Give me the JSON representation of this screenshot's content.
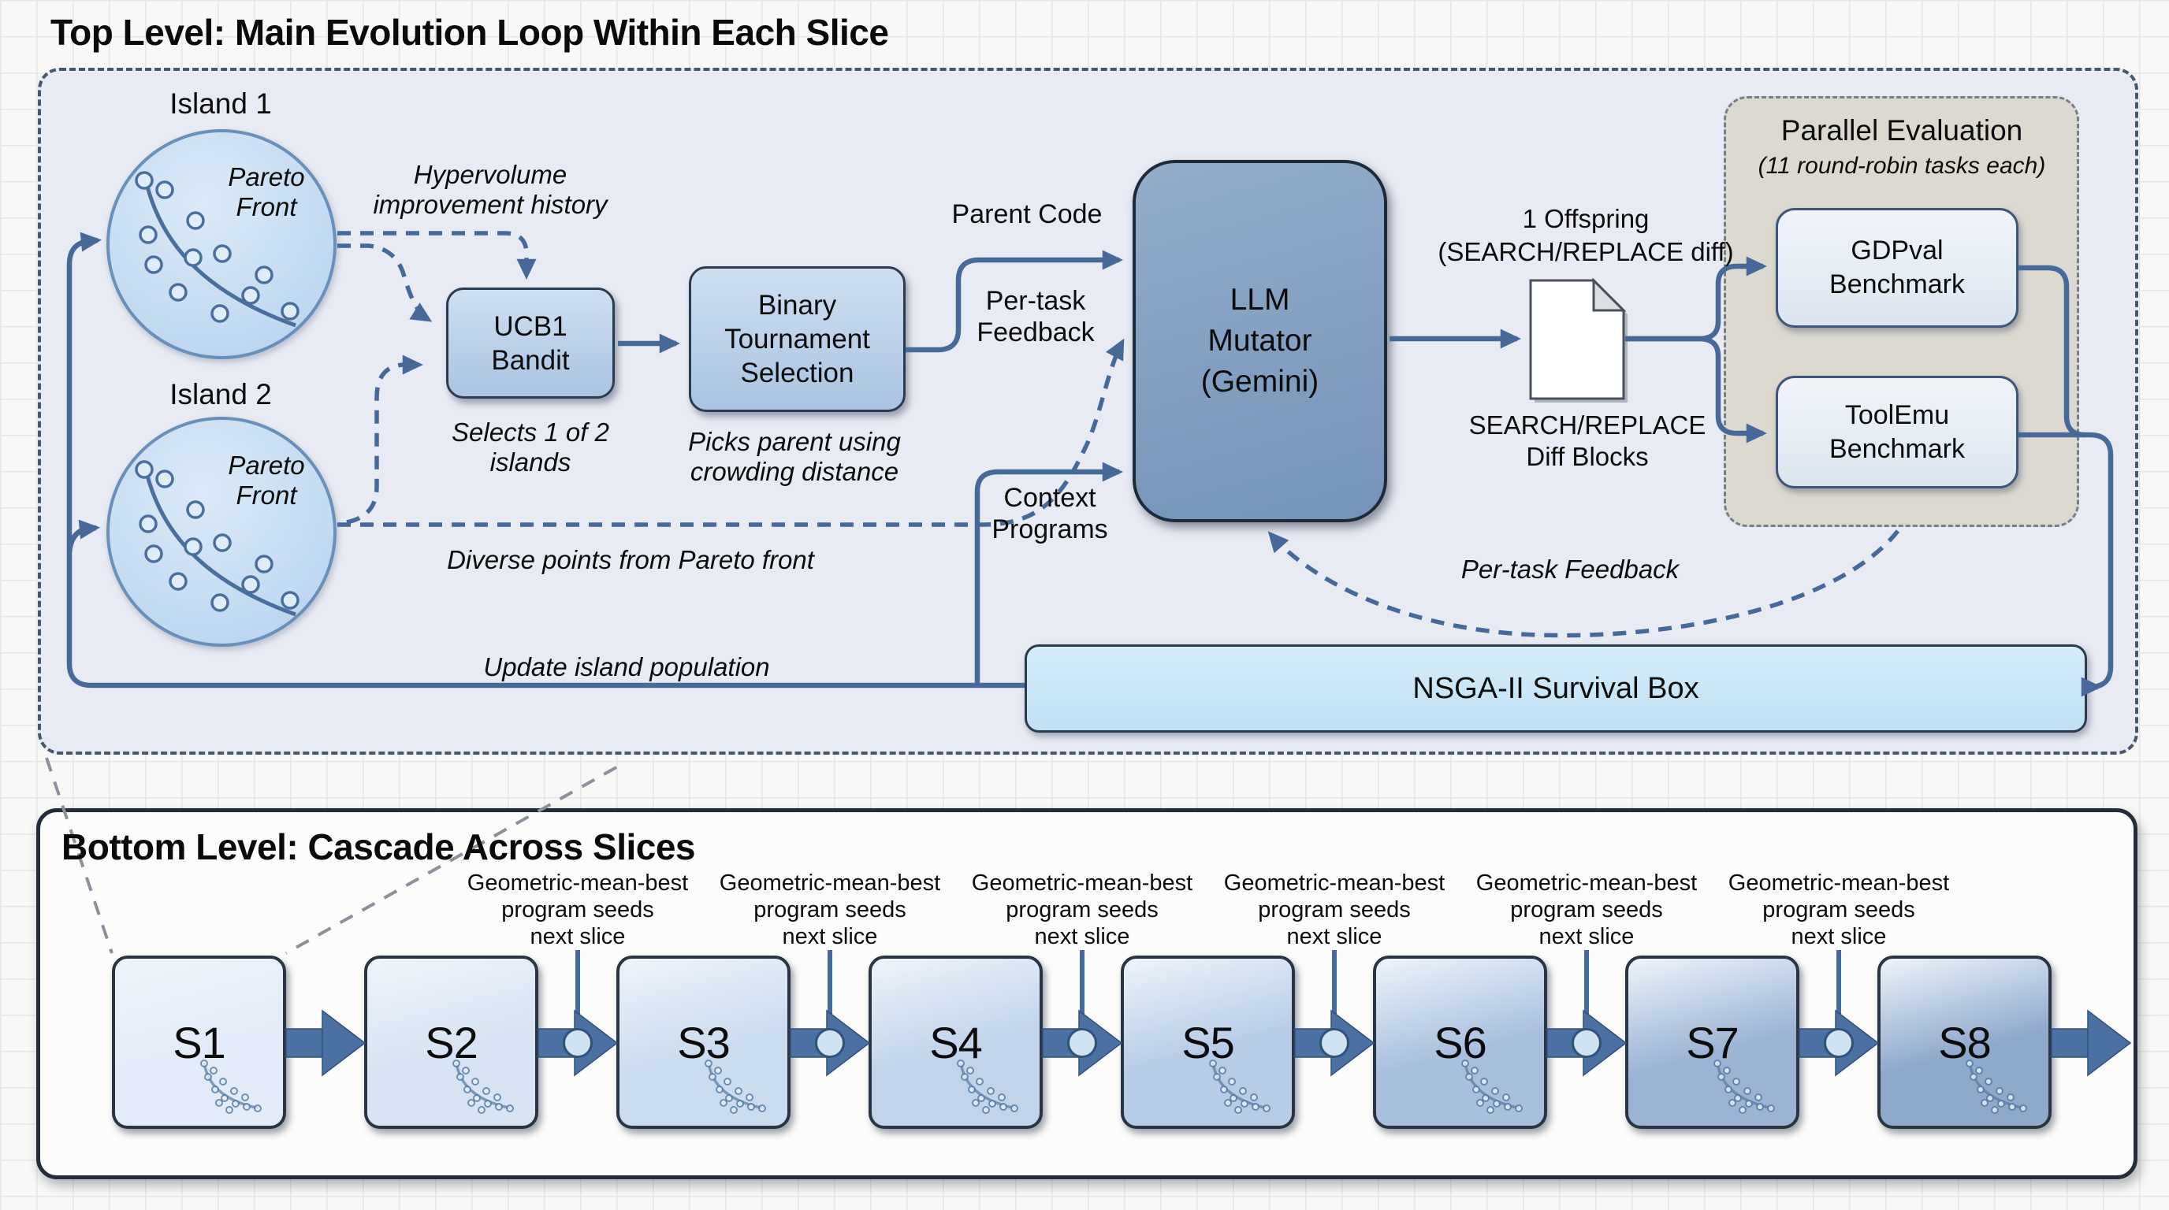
{
  "top_level": {
    "title": "Top Level: Main Evolution Loop Within Each Slice",
    "islands": [
      {
        "label": "Island 1",
        "front": [
          "Pareto",
          "Front"
        ]
      },
      {
        "label": "Island 2",
        "front": [
          "Pareto",
          "Front"
        ]
      }
    ],
    "bandit": {
      "lines": [
        "UCB1",
        "Bandit"
      ],
      "caption": "Selects 1 of 2 islands"
    },
    "tournament": {
      "lines": [
        "Binary",
        "Tournament",
        "Selection"
      ],
      "caption": "Picks parent using crowding distance"
    },
    "mutator": {
      "lines": [
        "LLM",
        "Mutator",
        "(Gemini)"
      ]
    },
    "annotations": {
      "hypervolume": "Hypervolume improvement history",
      "parent_code": "Parent Code",
      "per_task_feedback_in": "Per-task Feedback",
      "context_programs": "Context Programs",
      "diverse_points": "Diverse points from Pareto front",
      "offspring": [
        "1 Offspring",
        "(SEARCH/REPLACE diff)"
      ],
      "diff_blocks": [
        "SEARCH/REPLACE",
        "Diff Blocks"
      ],
      "per_task_feedback_loop": "Per-task Feedback",
      "update_island": "Update island population"
    },
    "parallel": {
      "title": "Parallel Evaluation",
      "subtitle": "(11 round-robin tasks each)",
      "benchmarks": [
        {
          "lines": [
            "GDPval",
            "Benchmark"
          ]
        },
        {
          "lines": [
            "ToolEmu",
            "Benchmark"
          ]
        }
      ]
    },
    "nsga": {
      "label": "NSGA-II Survival Box"
    }
  },
  "bottom_level": {
    "title": "Bottom Level: Cascade Across Slices",
    "seed_label": [
      "Geometric-mean-best",
      "program seeds",
      "next slice"
    ],
    "slices": [
      {
        "label": "S1",
        "fill": "#e2ebf7"
      },
      {
        "label": "S2",
        "fill": "#d8e4f3"
      },
      {
        "label": "S3",
        "fill": "#ccdcef"
      },
      {
        "label": "S4",
        "fill": "#c2d4ea"
      },
      {
        "label": "S5",
        "fill": "#b7cce5"
      },
      {
        "label": "S6",
        "fill": "#a9c0dd"
      },
      {
        "label": "S7",
        "fill": "#9cb4d4"
      },
      {
        "label": "S8",
        "fill": "#8fa9cb"
      }
    ]
  },
  "colors": {
    "arrow": "#46699a",
    "arrow_fill": "#4a71a1",
    "arrow_edge": "#32517c",
    "circle_fill": "#cfe2f2",
    "connector_gray": "#8a919b",
    "top_box_fill": "#e8ebf3",
    "parallel_fill": "#dbd9d0",
    "nsga_fill": "#cfe9f7",
    "island_fill": "#c3dbf2"
  }
}
